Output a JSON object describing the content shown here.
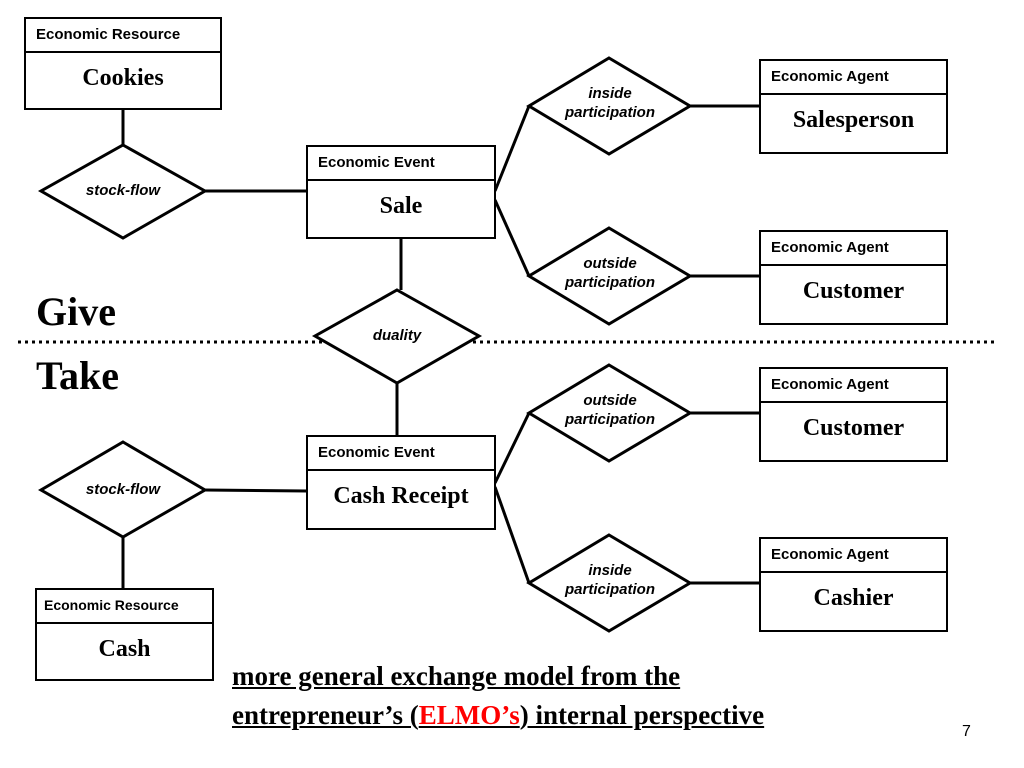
{
  "labels": {
    "economic_resource": "Economic Resource",
    "economic_event": "Economic Event",
    "economic_agent": "Economic Agent"
  },
  "entities": {
    "cookies": "Cookies",
    "sale": "Sale",
    "salesperson": "Salesperson",
    "customer_give": "Customer",
    "customer_take": "Customer",
    "cash_receipt": "Cash Receipt",
    "cashier": "Cashier",
    "cash": "Cash"
  },
  "relationships": {
    "stock_flow": "stock-flow",
    "duality": "duality",
    "inside_line1": "inside",
    "outside_line1": "outside",
    "participation": "participation"
  },
  "sections": {
    "give": "Give",
    "take": "Take"
  },
  "caption": {
    "line1": "more general exchange model from the",
    "line2_before": "entrepreneur’s (",
    "line2_highlight": "ELMO’s",
    "line2_after": ") internal perspective"
  },
  "page_number": "7",
  "colors": {
    "highlight": "#ff0000"
  }
}
